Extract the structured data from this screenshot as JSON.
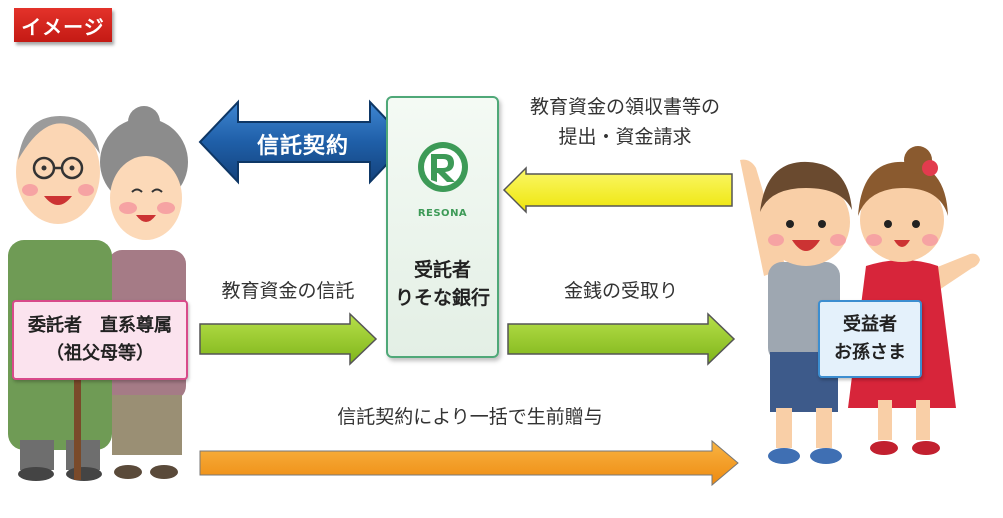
{
  "tag": "イメージ",
  "bank": {
    "logo_text": "RESONA",
    "role": "受託者",
    "name": "りそな銀行"
  },
  "grantor": {
    "line1": "委託者　直系尊属",
    "line2": "（祖父母等）"
  },
  "beneficiary": {
    "line1": "受益者",
    "line2": "お孫さま"
  },
  "arrows": {
    "contract": "信託契約",
    "education_trust": "教育資金の信託",
    "receipt_line1": "教育資金の領収書等の",
    "receipt_line2": "提出・資金請求",
    "money_receipt": "金銭の受取り",
    "lump_sum_gift": "信託契約により一括で生前贈与"
  },
  "colors": {
    "tag": "#d8251f",
    "contract_arrow": "#1f5fa8",
    "green_arrow": "#8dc21f",
    "yellow_arrow": "#f7f313",
    "orange_arrow": "#f39a1e",
    "bank_border": "#4fa878"
  }
}
